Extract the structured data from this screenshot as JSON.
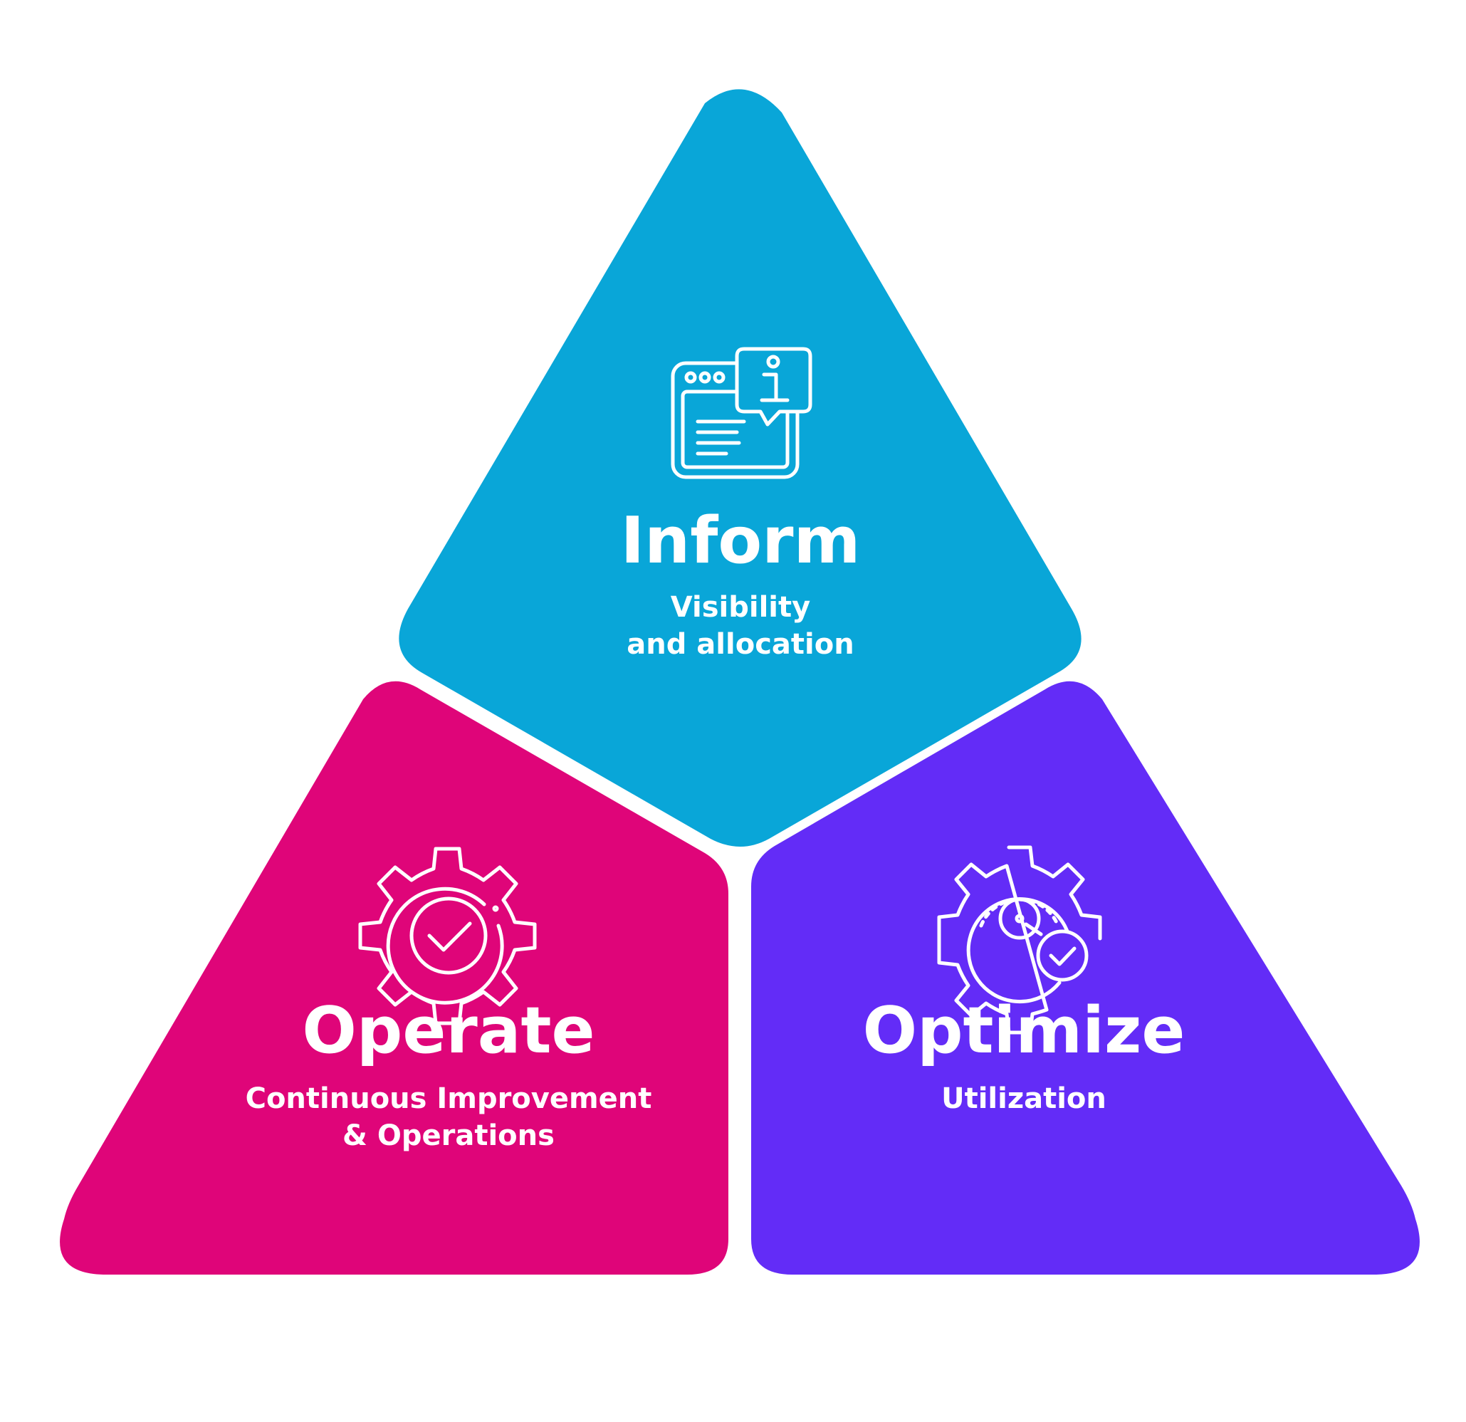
{
  "colors": {
    "background": "#ffffff",
    "inform": "#09a6d8",
    "operate": "#df0579",
    "optimize": "#632cf7",
    "text": "#ffffff"
  },
  "segments": {
    "inform": {
      "title": "Inform",
      "subtitle_lines": [
        "Visibility",
        "and allocation"
      ],
      "icon": "browser-info-icon"
    },
    "operate": {
      "title": "Operate",
      "subtitle_lines": [
        "Continuous Improvement",
        "& Operations"
      ],
      "icon": "gear-check-icon"
    },
    "optimize": {
      "title": "Optimize",
      "subtitle_lines": [
        "Utilization"
      ],
      "icon": "gear-gauge-check-icon"
    }
  }
}
